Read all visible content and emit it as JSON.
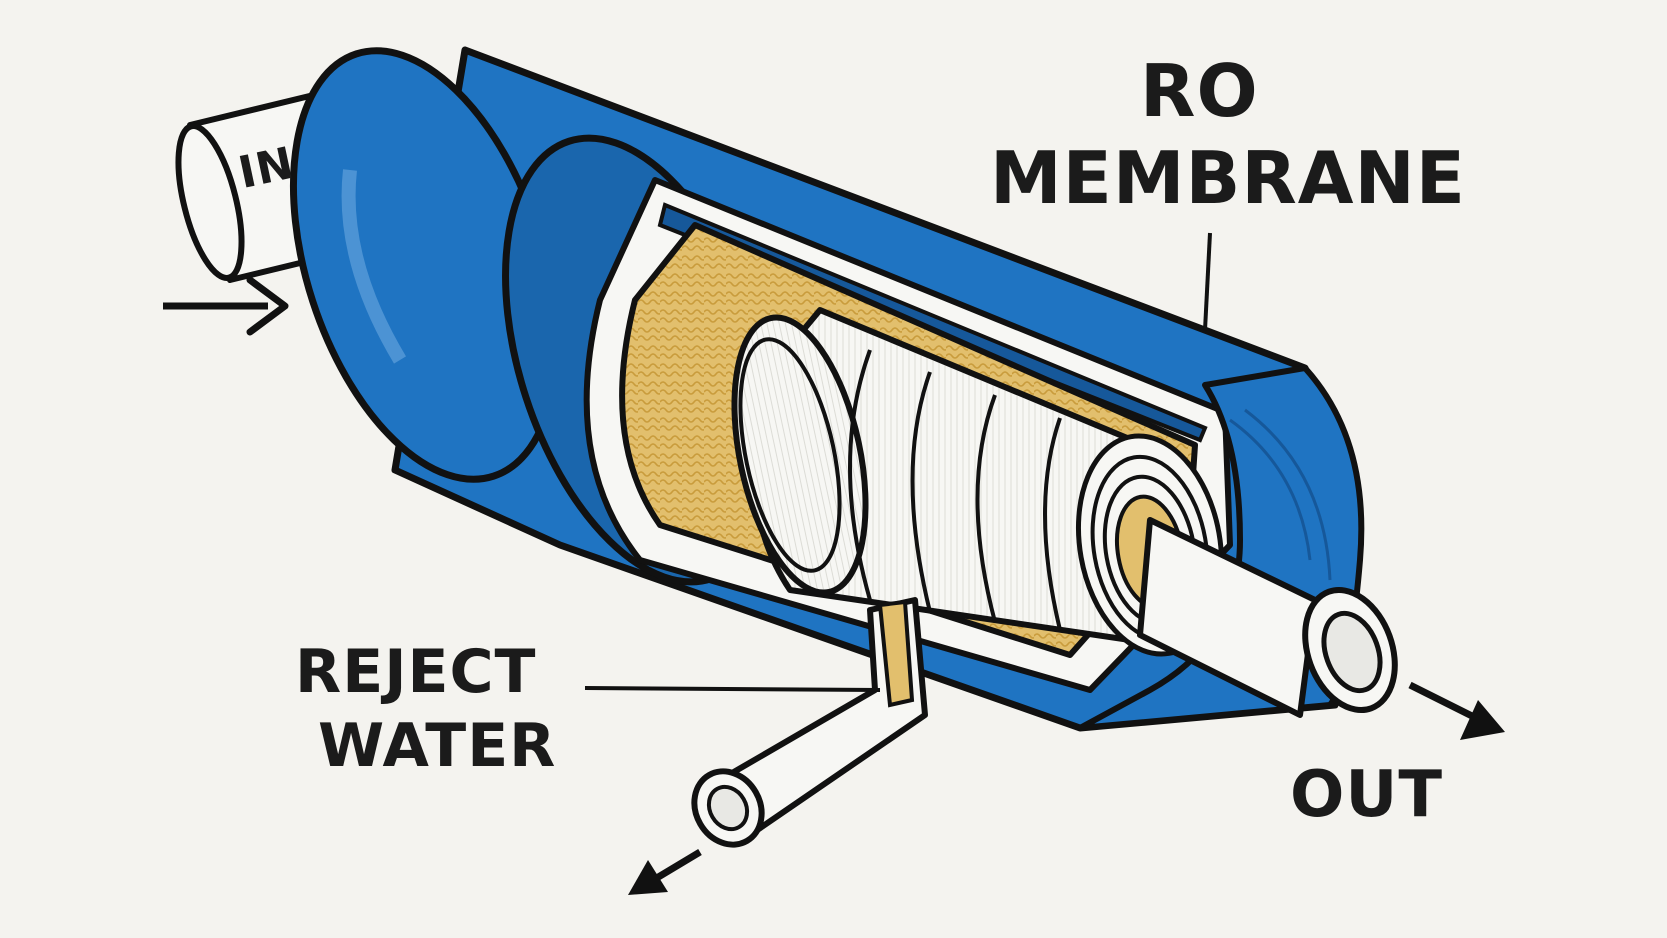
{
  "labels": {
    "inlet": "IN",
    "outlet": "OUT",
    "title_line1": "RO",
    "title_line2": "MEMBRANE",
    "reject_line1": "REJECT",
    "reject_line2": "WATER"
  },
  "colors": {
    "background": "#f4f3ef",
    "housing_blue": "#1f74c2",
    "housing_blue_dark": "#16589a",
    "membrane_tan": "#e2bf6d",
    "tube_white": "#f7f7f4",
    "outline": "#111111"
  },
  "icons": {
    "inlet_arrow": "arrow-right-icon",
    "outlet_arrow": "arrow-down-right-icon",
    "reject_arrow": "arrow-down-left-icon"
  }
}
